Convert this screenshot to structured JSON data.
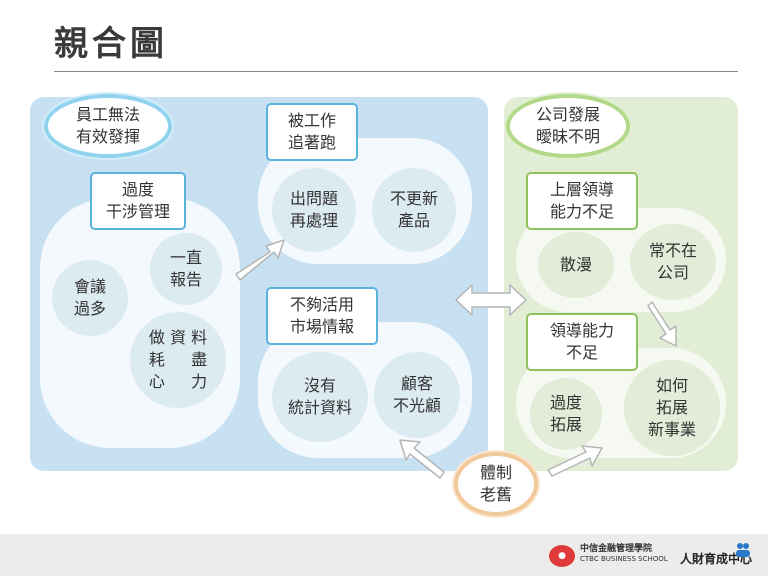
{
  "title": "親合圖",
  "left_group": {
    "header": "員工無法\n有效發揮",
    "cluster_a": {
      "label": "過度\n干涉管理",
      "items": [
        "會議\n過多",
        "一直\n報告",
        "做 資 料\n耗 　 盡\n心 　 力"
      ]
    },
    "cluster_b": {
      "label": "被工作\n追著跑",
      "items": [
        "出問題\n再處理",
        "不更新\n產品"
      ]
    },
    "cluster_c": {
      "label": "不夠活用\n市場情報",
      "items": [
        "沒有\n統計資料",
        "顧客\n不光顧"
      ]
    }
  },
  "right_group": {
    "header": "公司發展\n曖昧不明",
    "cluster_a": {
      "label": "上層領導\n能力不足",
      "items": [
        "散漫",
        "常不在\n公司"
      ]
    },
    "cluster_b": {
      "label": "領導能力\n不足",
      "items": [
        "過度\n拓展",
        "如何\n拓展\n新事業"
      ]
    }
  },
  "bottom_node": "體制\n老舊",
  "footer": {
    "brand_cn": "中信金融管理學院",
    "brand_en": "CTBC BUSINESS SCHOOL",
    "center": "人財育成中心"
  },
  "colors": {
    "panel_blue": "#c7e1f3",
    "panel_green": "#e2edd6",
    "border_blue": "#5bb3dc",
    "border_green": "#8fc25c",
    "oval_orange": "#f1c99a"
  }
}
